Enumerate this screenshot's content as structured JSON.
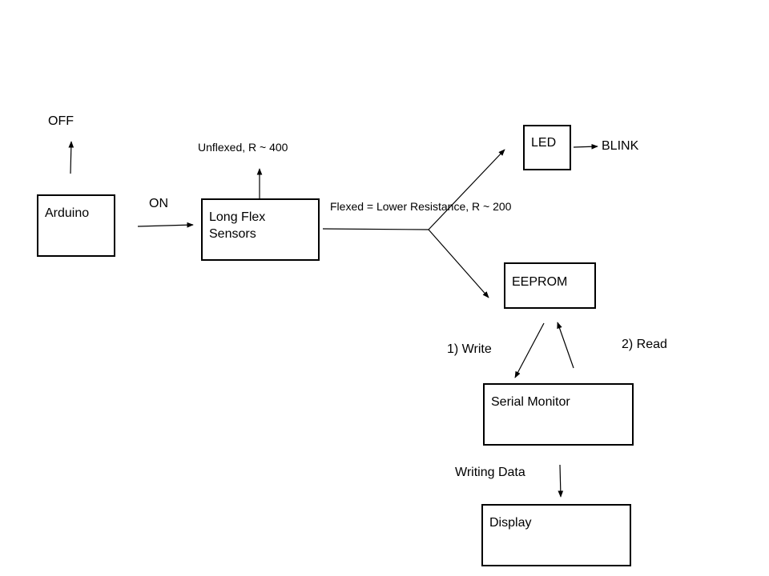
{
  "nodes": {
    "arduino": "Arduino",
    "flex_sensors": "Long Flex\nSensors",
    "led": "LED",
    "eeprom": "EEPROM",
    "serial_monitor": "Serial Monitor",
    "display": "Display"
  },
  "labels": {
    "off": "OFF",
    "on": "ON",
    "unflexed": "Unflexed, R ~ 400",
    "flexed": "Flexed = Lower Resistance, R ~ 200",
    "blink": "BLINK",
    "write": "1) Write",
    "read": "2) Read",
    "writing_data": "Writing Data"
  },
  "colors": {
    "stroke": "#000000",
    "background": "#ffffff"
  }
}
